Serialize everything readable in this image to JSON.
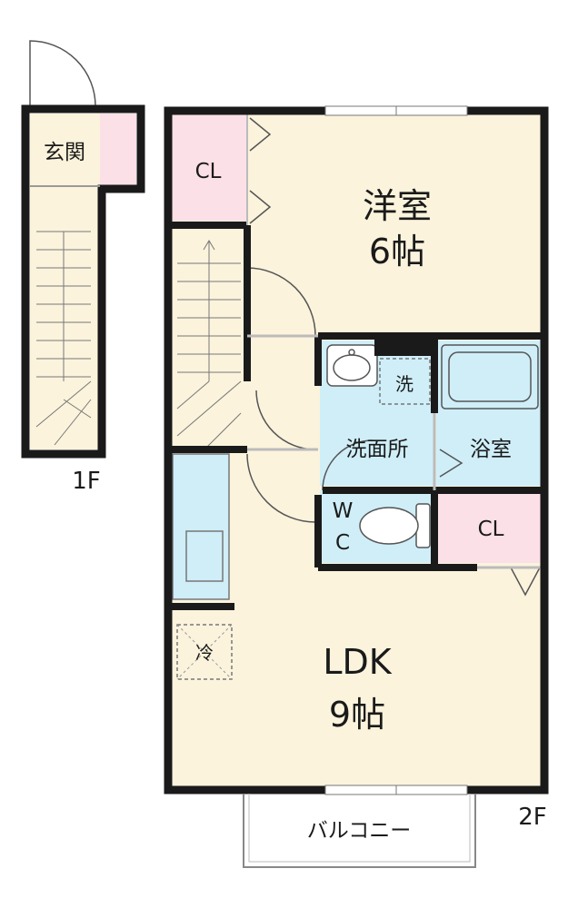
{
  "floor1": {
    "label": "1F",
    "rooms": {
      "entrance": "玄関"
    }
  },
  "floor2": {
    "label": "2F",
    "rooms": {
      "western_room": "洋室",
      "western_room_size": "6帖",
      "closet_upper": "CL",
      "washroom": "洗面所",
      "washer_space": "洗",
      "bathroom": "浴室",
      "toilet_line1": "W",
      "toilet_line2": "C",
      "closet_lower": "CL",
      "ldk": "LDK",
      "ldk_size": "9帖",
      "fridge_space": "冷",
      "balcony": "バルコニー"
    }
  },
  "colors": {
    "floor": "#fbf3dc",
    "closet": "#fbe0e7",
    "wet_area": "#cfeef8",
    "wall": "#1a1a1a"
  }
}
